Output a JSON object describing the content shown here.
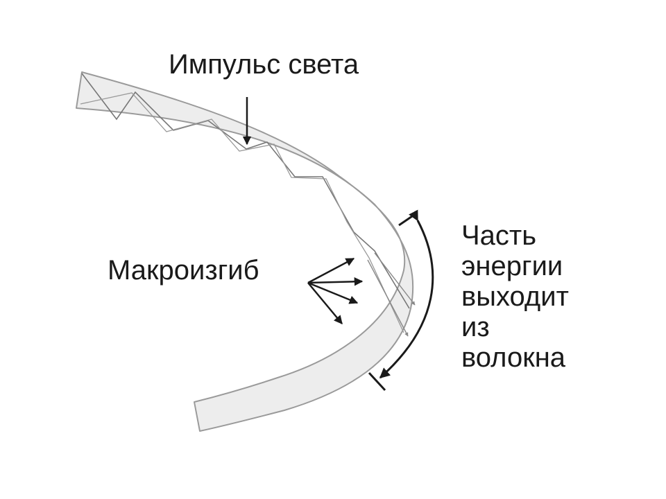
{
  "labels": {
    "light_pulse": "Импульс света",
    "macrobend": "Макроизгиб",
    "energy_loss": [
      "Часть",
      "энергии",
      "выходит",
      "из",
      "волокна"
    ]
  },
  "colors": {
    "fiber_fill": "#ededed",
    "fiber_edge": "#9a9a9a",
    "ray": "#777777",
    "arrow": "#1a1a1a"
  }
}
